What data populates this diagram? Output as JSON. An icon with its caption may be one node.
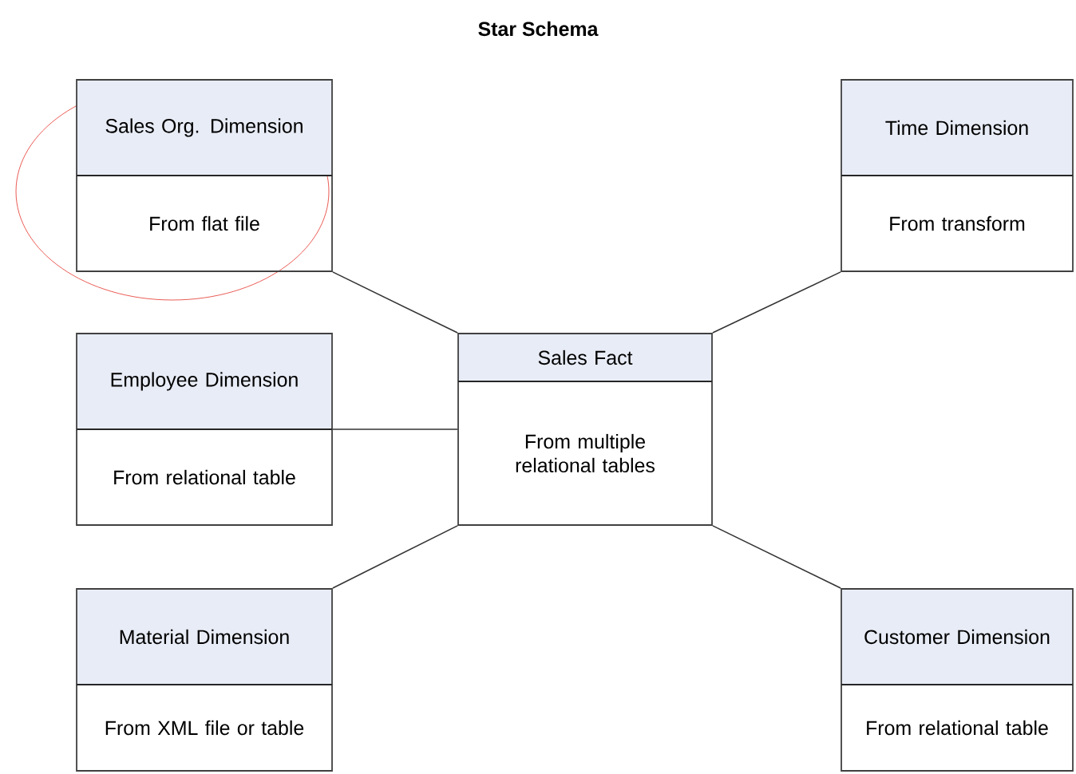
{
  "diagram": {
    "title": "Star Schema",
    "nodes": [
      {
        "text": [
          "Sales Org. Dimension",
          "From flat file"
        ]
      },
      {
        "text": [
          "Time Dimension",
          "From transform"
        ]
      },
      {
        "text": [
          "Employee Dimension",
          "From relational table"
        ]
      },
      {
        "text": [
          "Sales Fact",
          "From multiple relational tables"
        ]
      },
      {
        "text": [
          "Material Dimension",
          "From XML file or table"
        ]
      },
      {
        "text": [
          "Customer Dimension",
          "From relational table"
        ]
      }
    ],
    "edges": [
      {
        "from": 3,
        "to": 0,
        "arrow": "none"
      },
      {
        "from": 3,
        "to": 1,
        "arrow": "none"
      },
      {
        "from": 3,
        "to": 2,
        "arrow": "none"
      },
      {
        "from": 3,
        "to": 4,
        "arrow": "none"
      },
      {
        "from": 3,
        "to": 5,
        "arrow": "none"
      }
    ]
  }
}
